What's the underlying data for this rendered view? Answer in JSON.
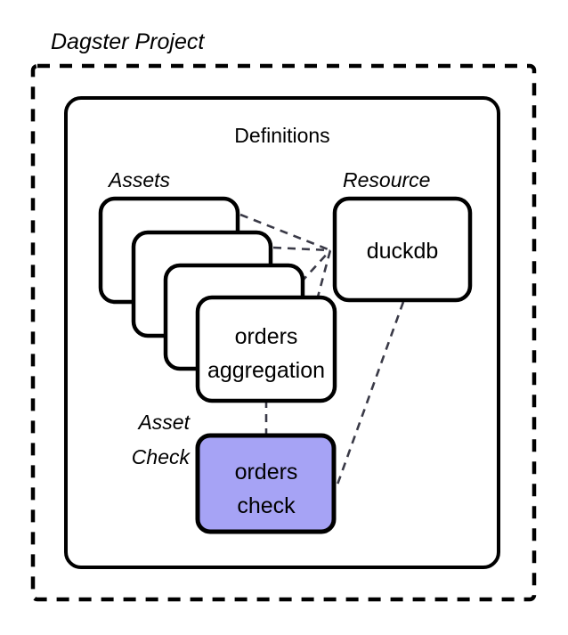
{
  "diagram": {
    "type": "architecture-diagram",
    "title": "Dagster Project",
    "container": {
      "label": "Definitions"
    },
    "categories": [
      {
        "key": "assets",
        "label": "Assets"
      },
      {
        "key": "resource",
        "label": "Resource"
      },
      {
        "key": "asset_check",
        "label": "Asset\nCheck",
        "line1": "Asset",
        "line2": "Check"
      }
    ],
    "nodes": [
      {
        "id": "asset-card-1",
        "group": "assets",
        "label": "",
        "fill": "#ffffff",
        "stroke": "#000000"
      },
      {
        "id": "asset-card-2",
        "group": "assets",
        "label": "",
        "fill": "#ffffff",
        "stroke": "#000000"
      },
      {
        "id": "asset-card-3",
        "group": "assets",
        "label": "",
        "fill": "#ffffff",
        "stroke": "#000000"
      },
      {
        "id": "asset-card-4",
        "group": "assets",
        "label": "orders aggregation",
        "line1": "orders",
        "line2": "aggregation",
        "fill": "#ffffff",
        "stroke": "#000000"
      },
      {
        "id": "resource-duckdb",
        "group": "resource",
        "label": "duckdb",
        "fill": "#ffffff",
        "stroke": "#000000"
      },
      {
        "id": "asset-check-orders",
        "group": "asset_check",
        "label": "orders check",
        "line1": "orders",
        "line2": "check",
        "fill": "#a6a3f5",
        "stroke": "#000000"
      }
    ],
    "edges": [
      {
        "from": "asset-card-1",
        "to": "resource-duckdb",
        "style": "dashed"
      },
      {
        "from": "asset-card-2",
        "to": "resource-duckdb",
        "style": "dashed"
      },
      {
        "from": "asset-card-3",
        "to": "resource-duckdb",
        "style": "dashed"
      },
      {
        "from": "asset-card-4",
        "to": "resource-duckdb",
        "style": "dashed"
      },
      {
        "from": "asset-card-4",
        "to": "asset-check-orders",
        "style": "dashed"
      },
      {
        "from": "resource-duckdb",
        "to": "asset-check-orders",
        "style": "dashed"
      }
    ],
    "colors": {
      "background": "#ffffff",
      "outline": "#000000",
      "connector": "#3a3a47",
      "asset_check_fill": "#a6a3f5"
    }
  }
}
